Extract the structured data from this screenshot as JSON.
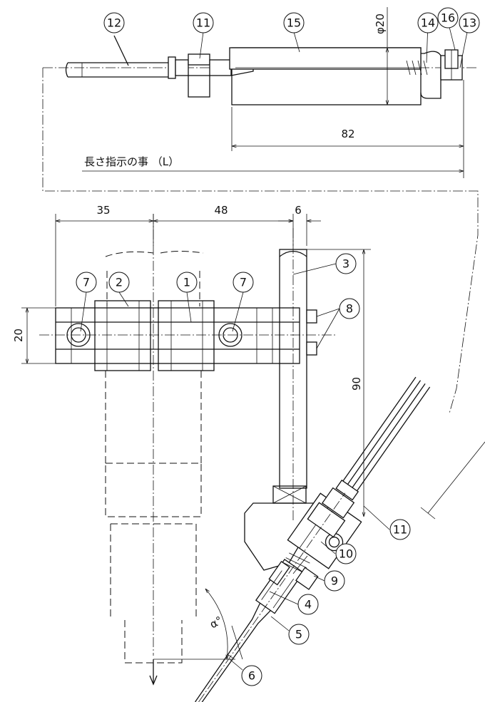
{
  "top_view": {
    "dim_length": "82",
    "dim_diameter": "φ20",
    "length_note": "長さ指示の事 （L）"
  },
  "front_view": {
    "dim_a": "35",
    "dim_b": "48",
    "dim_c": "6",
    "dim_height": "20",
    "dim_90": "90",
    "angle": "α°"
  },
  "part_numbers": [
    "1",
    "2",
    "3",
    "4",
    "5",
    "6",
    "7",
    "8",
    "9",
    "10",
    "11",
    "12",
    "13",
    "14",
    "15",
    "16"
  ]
}
